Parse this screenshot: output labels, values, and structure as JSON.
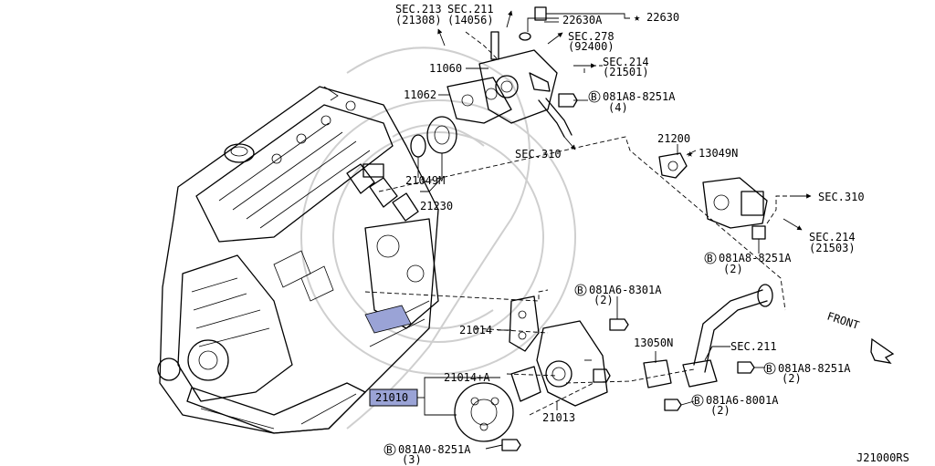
{
  "diagram": {
    "corner_code": "J21000RS",
    "front_label": "FRONT",
    "colors": {
      "highlight": "#9aa3d6",
      "ink": "#000000",
      "watermark": "#cfcfcf"
    },
    "parts": {
      "p11060": "11060",
      "p11062": "11062",
      "p21049m": "21049M",
      "p21230": "21230",
      "p22630a": "22630A",
      "p22630": "22630",
      "p21200": "21200",
      "p13049n": "13049N",
      "p21014": "21014",
      "p21014a": "21014+A",
      "p21010": "21010",
      "p21013": "21013",
      "p13050n": "13050N"
    },
    "sections": {
      "sec213": "SEC.213",
      "sec213_code": "(21308)",
      "sec211a": "SEC.211",
      "sec211a_code": "(14056)",
      "sec278": "SEC.278",
      "sec278_code": "(92400)",
      "sec214a": "SEC.214",
      "sec214a_code": "(21501)",
      "sec310a": "SEC.310",
      "sec310b": "SEC.310",
      "sec214b": "SEC.214",
      "sec214b_code": "(21503)",
      "sec211b": "SEC.211"
    },
    "bolts": {
      "b1_mark": "B",
      "b1": "081A8-8251A",
      "b1_qty": "(4)",
      "b2_mark": "B",
      "b2": "081A8-8251A",
      "b2_qty": "(2)",
      "b3_mark": "B",
      "b3": "081A6-8301A",
      "b3_qty": "(2)",
      "b4_mark": "B",
      "b4": "081A8-8251A",
      "b4_qty": "(2)",
      "b5_mark": "B",
      "b5": "081A6-8001A",
      "b5_qty": "(2)",
      "b6_mark": "B",
      "b6": "081A0-8251A",
      "b6_qty": "(3)"
    },
    "star": "★"
  }
}
